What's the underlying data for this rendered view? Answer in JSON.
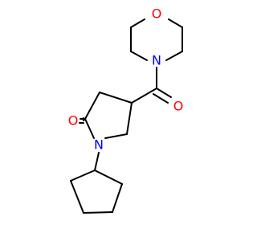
{
  "molecule": {
    "atoms": {
      "morpholine_oxygen": "O",
      "morpholine_nitrogen": "N",
      "carbonyl_oxygen_amide": "O",
      "lactam_oxygen": "O",
      "lactam_nitrogen": "N"
    },
    "colors": {
      "oxygen": "#ff0000",
      "nitrogen": "#0000ff",
      "bond": "#000000",
      "background": "#ffffff"
    }
  }
}
